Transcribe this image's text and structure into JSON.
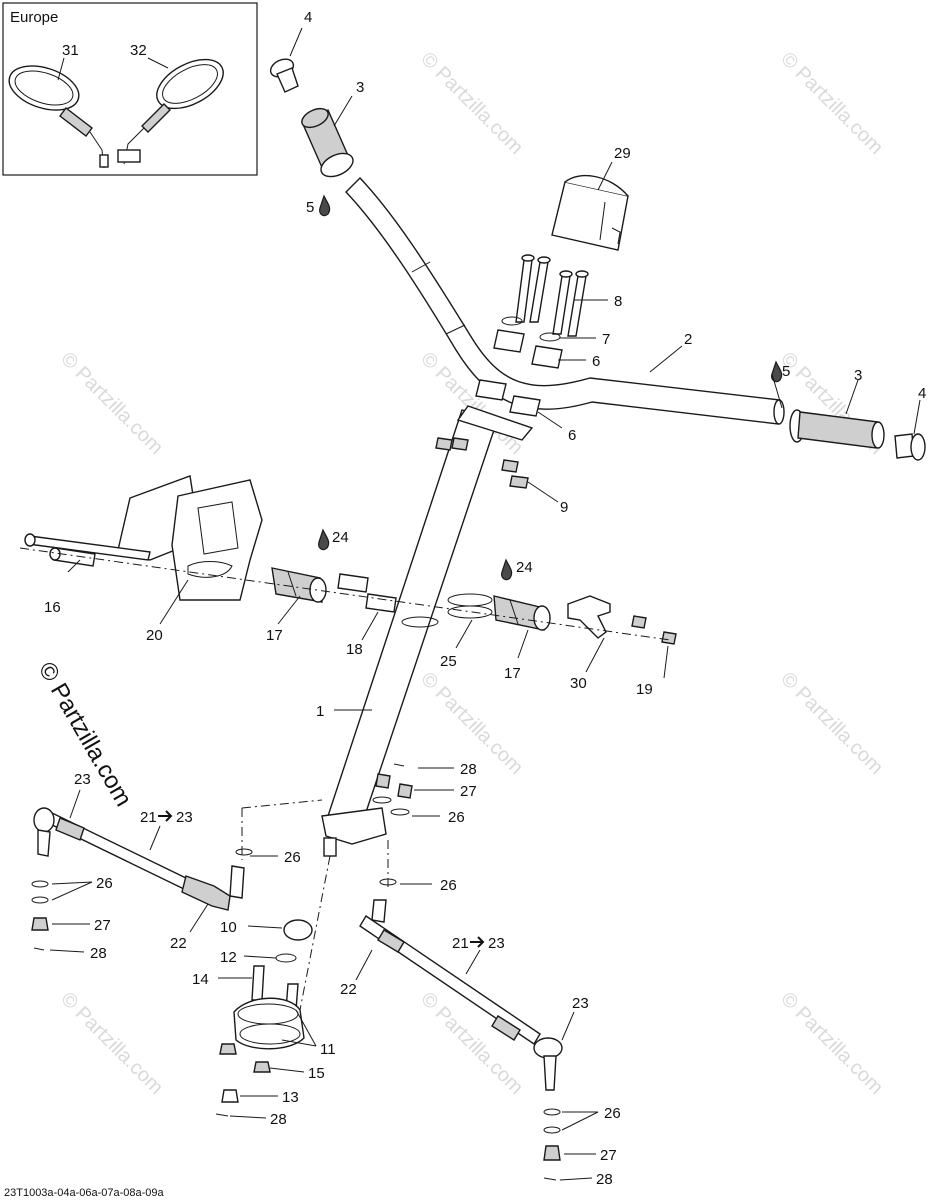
{
  "inset": {
    "title": "Europe"
  },
  "watermark": {
    "text": "© Partzilla.com",
    "big_text": "© Partzilla.com"
  },
  "reference_code": "23T1003a-04a-06a-07a-08a-09a",
  "labels": {
    "l1": "1",
    "l2": "2",
    "l3a": "3",
    "l3b": "3",
    "l4a": "4",
    "l4b": "4",
    "l5a": "5",
    "l5b": "5",
    "l6a": "6",
    "l6b": "6",
    "l7": "7",
    "l8": "8",
    "l9": "9",
    "l10": "10",
    "l11": "11",
    "l12": "12",
    "l13": "13",
    "l14": "14",
    "l15": "15",
    "l16": "16",
    "l17a": "17",
    "l17b": "17",
    "l18": "18",
    "l19": "19",
    "l20": "20",
    "l21a": "21",
    "l21b": "23",
    "l21c": "21",
    "l21d": "23",
    "l22a": "22",
    "l22b": "22",
    "l23a": "23",
    "l23b": "23",
    "l24a": "24",
    "l24b": "24",
    "l25": "25",
    "l26a": "26",
    "l26b": "26",
    "l26c": "26",
    "l26d": "26",
    "l26e": "26",
    "l27a": "27",
    "l27b": "27",
    "l27c": "27",
    "l28a": "28",
    "l28b": "28",
    "l28c": "28",
    "l28d": "28",
    "l29": "29",
    "l30": "30",
    "l31": "31",
    "l32": "32"
  }
}
